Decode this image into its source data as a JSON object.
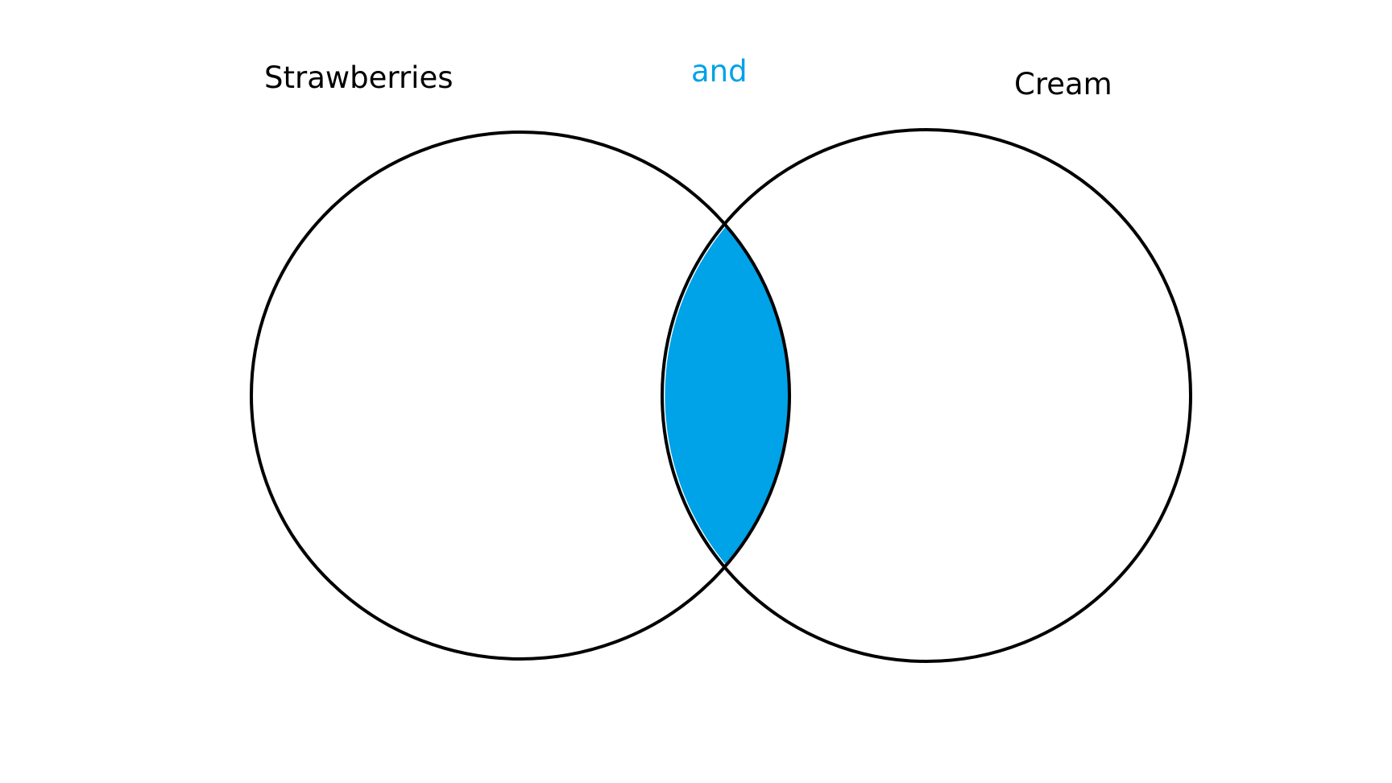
{
  "diagram": {
    "type": "venn",
    "sets": [
      {
        "name": "Strawberries"
      },
      {
        "name": "Cream"
      }
    ],
    "intersection": {
      "label": "and",
      "shaded": true
    },
    "colors": {
      "intersection_fill": "#00a2e8",
      "intersection_label": "#00a2e8",
      "set_label": "#000000",
      "outline": "#000000",
      "background": "#ffffff"
    }
  }
}
